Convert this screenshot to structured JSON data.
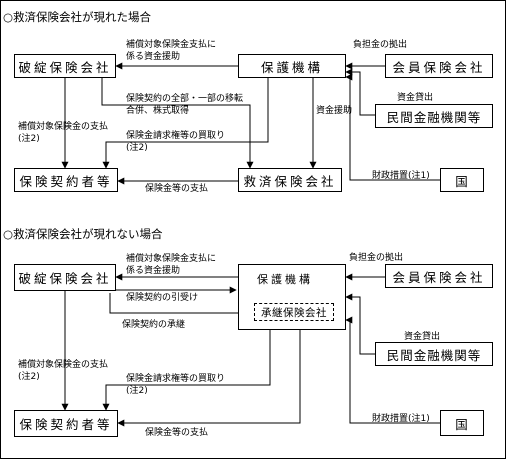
{
  "sections": [
    {
      "title": "○救済保険会社が現れた場合",
      "boxes": {
        "failed": "破綻保険会社",
        "organization": "保護機構",
        "member": "会員保険会社",
        "private": "民間金融機関等",
        "policyholders": "保険契約者等",
        "rescue": "救済保険会社",
        "state": "国"
      },
      "labels": {
        "comp_funding_1": "補償対象保険金支払に",
        "comp_funding_2": "係る資金援助",
        "contributions": "負担金の拠出",
        "transfer": "保険契約の全部・一部の移転",
        "merger": "合併、株式取得",
        "purchase": "保険金請求権等の買取り",
        "note2_purchase": "(注2)",
        "comp_payment": "補償対象保険金の支払",
        "note2_payment": "(注2)",
        "loans": "資金貸出",
        "aid": "資金援助",
        "fiscal": "財政措置(注1)",
        "benefit_payment": "保険金等の支払"
      }
    },
    {
      "title": "○救済保険会社が現れない場合",
      "boxes": {
        "failed": "破綻保険会社",
        "organization": "保護機構",
        "successor": "承継保険会社",
        "member": "会員保険会社",
        "private": "民間金融機関等",
        "policyholders": "保険契約者等",
        "state": "国"
      },
      "labels": {
        "comp_funding_1": "補償対象保険金支払に",
        "comp_funding_2": "係る資金援助",
        "contributions": "負担金の拠出",
        "assumption": "保険契約の引受け",
        "succession": "保険契約の承継",
        "comp_payment": "補償対象保険金の支払",
        "note2_payment": "(注2)",
        "purchase": "保険金請求権等の買取り",
        "note2_purchase": "(注2)",
        "loans": "資金貸出",
        "fiscal": "財政措置(注1)",
        "benefit_payment": "保険金等の支払"
      }
    }
  ]
}
